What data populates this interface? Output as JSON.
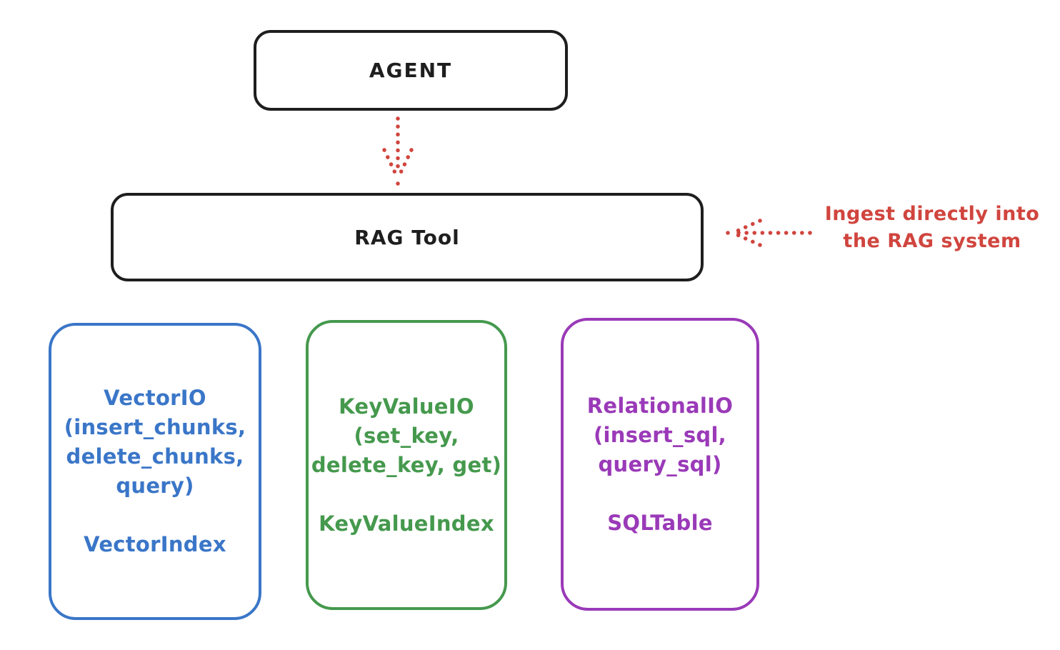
{
  "diagram": {
    "agent_box": {
      "label": "AGENT"
    },
    "rag_tool_box": {
      "label": "RAG Tool"
    },
    "annotation": {
      "line1": "Ingest directly into",
      "line2": "the RAG system"
    },
    "io_boxes": [
      {
        "id": "vector-io",
        "lines": [
          "VectorIO",
          "(insert_chunks,",
          "delete_chunks,",
          "query)"
        ],
        "footer": "VectorIndex",
        "color": "#3a76c8"
      },
      {
        "id": "keyvalue-io",
        "lines": [
          "KeyValueIO",
          "(set_key,",
          "delete_key, get)"
        ],
        "footer": "KeyValueIndex",
        "color": "#45994d"
      },
      {
        "id": "relational-io",
        "lines": [
          "RelationalIO",
          "(insert_sql,",
          "query_sql)"
        ],
        "footer": "SQLTable",
        "color": "#9a3ab8"
      }
    ],
    "colors": {
      "outline": "#1e1e1e",
      "arrow_red": "#d0453e",
      "blue": "#3a76c8",
      "green": "#45994d",
      "purple": "#9a3ab8",
      "background": "#ffffff"
    }
  }
}
